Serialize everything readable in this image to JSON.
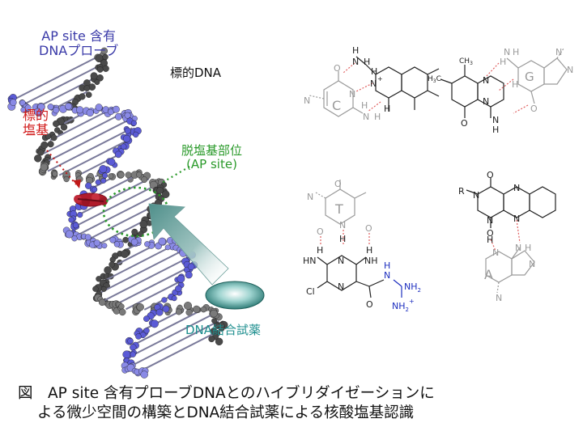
{
  "labels": {
    "probe_line1": "AP site 含有",
    "probe_line2": "DNAプローブ",
    "target_dna": "標的DNA",
    "target_base_line1": "標的",
    "target_base_line2": "塩基",
    "ap_site_line1": "脱塩基部位",
    "ap_site_line2": "(AP site)",
    "reagent": "DNA結合試薬"
  },
  "caption": {
    "line1": "図　AP site 含有プローブDNAとのハイブリダイゼーションに",
    "line2": "よる微少空間の構築とDNA結合試薬による核酸塩基認識"
  },
  "bases": {
    "c": "C",
    "g": "G",
    "t": "T",
    "a": "A"
  },
  "atoms": {
    "h": "H",
    "n": "N",
    "o": "O",
    "nplus": "N",
    "plus": "+",
    "cl": "Cl",
    "r": "R",
    "ch3": "CH",
    "h3c": "H",
    "sub3": "3",
    "c_letter": "C",
    "nh": "NH",
    "hn": "HN",
    "nh2": "NH",
    "sub2": "2"
  },
  "colors": {
    "probe": "#5b5bd6",
    "target": "#3c3c3c",
    "target_base": "#b01c2c",
    "ap_site": "#2a9a2a",
    "reagent": "#1f8f8f",
    "hbond": "#e06060",
    "guanidinium": "#1d2fbf",
    "base_ring": "#9a9a9a"
  }
}
